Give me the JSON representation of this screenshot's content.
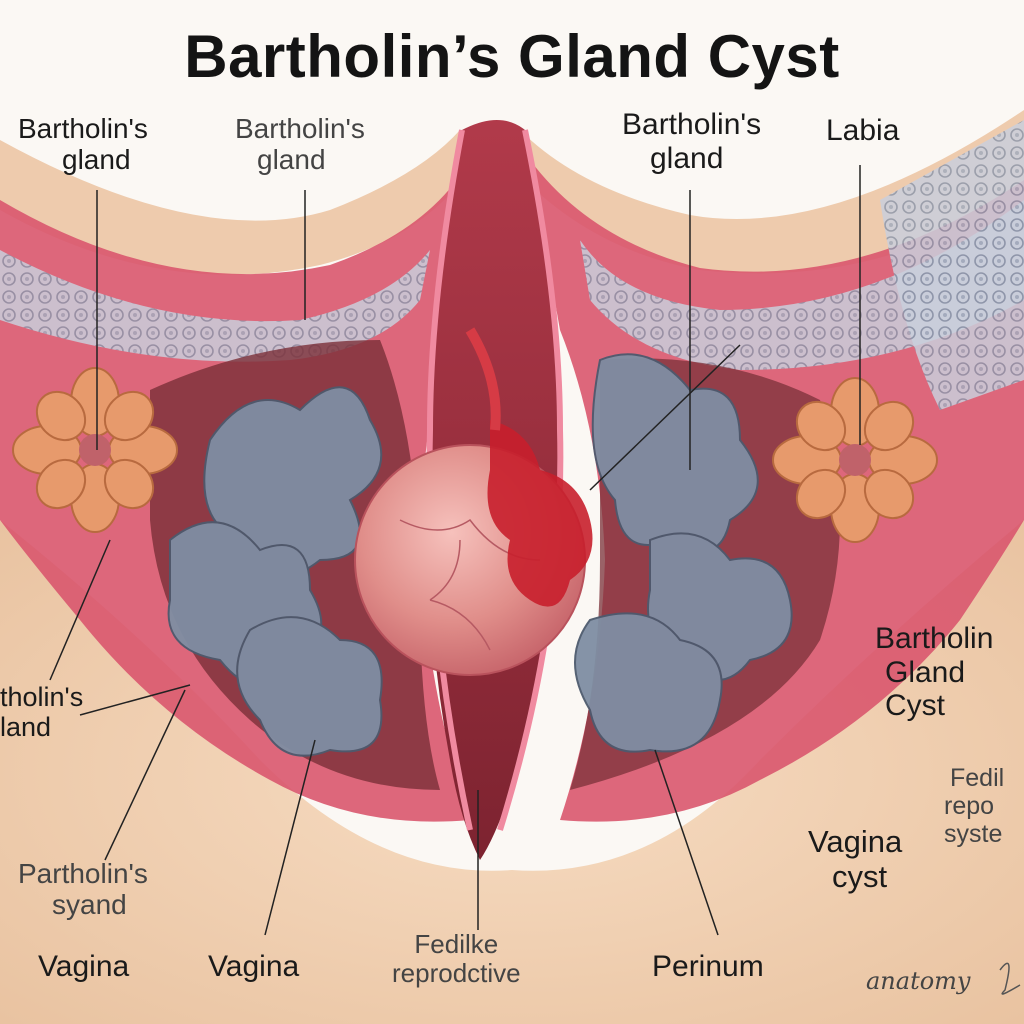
{
  "title": "Bartholin’s Gland Cyst",
  "labels": {
    "top_left_1": [
      "Bartholin's",
      "gland"
    ],
    "top_left_2": [
      "Bartholin's",
      "gland"
    ],
    "top_right_1": [
      "Bartholin's",
      "gland"
    ],
    "top_right_2": "Labia",
    "mid_left": [
      "tholin's",
      "land"
    ],
    "mid_right": [
      "Bartholin",
      "Gland",
      "Cyst"
    ],
    "right_cut": [
      "Fedil",
      "repo",
      "syste"
    ],
    "vagina_cyst": [
      "Vagina",
      "cyst"
    ],
    "bottom_left_gland": [
      "Partholin's",
      "syand"
    ],
    "bottom_vagina_1": "Vagina",
    "bottom_vagina_2": "Vagina",
    "bottom_center": [
      "Fedilke",
      "reprodctive"
    ],
    "bottom_perineum": "Perinum",
    "signature": "anatomy"
  },
  "colors": {
    "skin": "#f1d2b4",
    "tissue_pink": "#d9566e",
    "gland_orange": "#e79a6c",
    "lobule_gray": "#7f8ea3",
    "cyst": "#e38c8c",
    "background": "#fbf8f4"
  }
}
